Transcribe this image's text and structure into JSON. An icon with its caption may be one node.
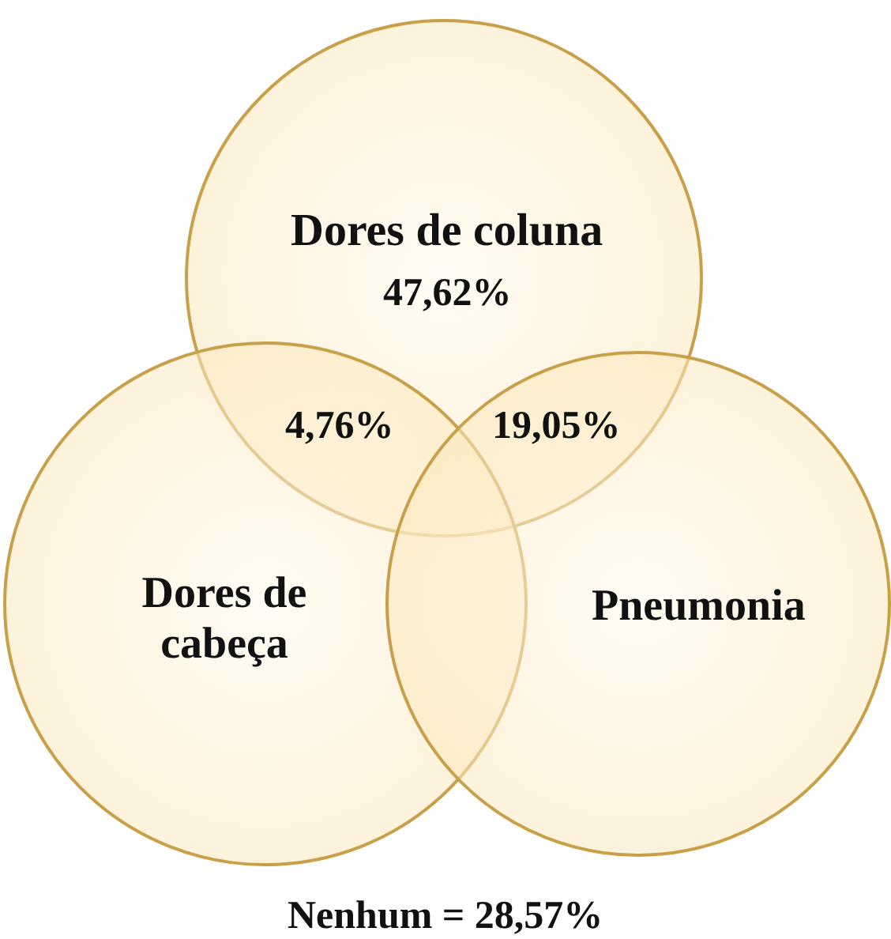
{
  "diagram": {
    "nodes": [
      {
        "text": [
          "Dores de coluna",
          "47,62%"
        ]
      },
      {
        "text": [
          "Dores de cabeça"
        ]
      },
      {
        "text": [
          "Pneumonia"
        ]
      }
    ],
    "labels": [
      "4,76%",
      "19,05%",
      "Nenhum = 28,57%"
    ]
  }
}
